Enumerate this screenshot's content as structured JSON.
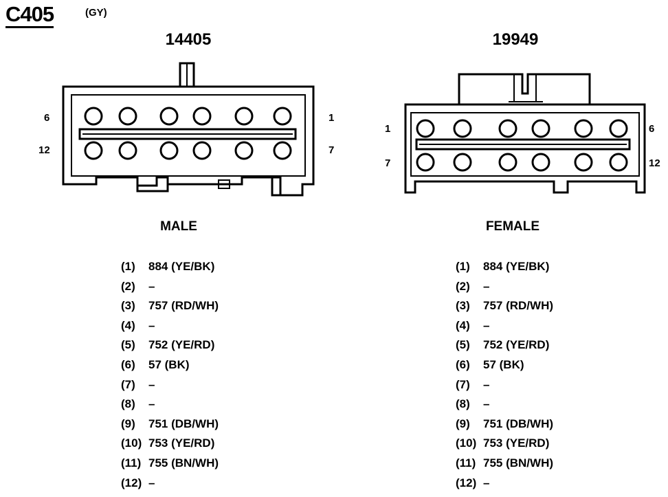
{
  "connector": {
    "id": "C405",
    "color": "(GY)"
  },
  "male": {
    "part_number": "14405",
    "label": "MALE",
    "end_labels": {
      "top_left": "6",
      "top_right": "1",
      "bottom_left": "12",
      "bottom_right": "7"
    },
    "pins": [
      {
        "num": "(1)",
        "wire": "884 (YE/BK)"
      },
      {
        "num": "(2)",
        "wire": "–"
      },
      {
        "num": "(3)",
        "wire": "757 (RD/WH)"
      },
      {
        "num": "(4)",
        "wire": "–"
      },
      {
        "num": "(5)",
        "wire": "752 (YE/RD)"
      },
      {
        "num": "(6)",
        "wire": "57 (BK)"
      },
      {
        "num": "(7)",
        "wire": "–"
      },
      {
        "num": "(8)",
        "wire": "–"
      },
      {
        "num": "(9)",
        "wire": "751 (DB/WH)"
      },
      {
        "num": "(10)",
        "wire": "753 (YE/RD)"
      },
      {
        "num": "(11)",
        "wire": "755 (BN/WH)"
      },
      {
        "num": "(12)",
        "wire": "–"
      }
    ]
  },
  "female": {
    "part_number": "19949",
    "label": "FEMALE",
    "end_labels": {
      "top_left": "1",
      "top_right": "6",
      "bottom_left": "7",
      "bottom_right": "12"
    },
    "pins": [
      {
        "num": "(1)",
        "wire": "884 (YE/BK)"
      },
      {
        "num": "(2)",
        "wire": "–"
      },
      {
        "num": "(3)",
        "wire": "757 (RD/WH)"
      },
      {
        "num": "(4)",
        "wire": "–"
      },
      {
        "num": "(5)",
        "wire": "752 (YE/RD)"
      },
      {
        "num": "(6)",
        "wire": "57 (BK)"
      },
      {
        "num": "(7)",
        "wire": "–"
      },
      {
        "num": "(8)",
        "wire": "–"
      },
      {
        "num": "(9)",
        "wire": "751 (DB/WH)"
      },
      {
        "num": "(10)",
        "wire": "753 (YE/RD)"
      },
      {
        "num": "(11)",
        "wire": "755 (BN/WH)"
      },
      {
        "num": "(12)",
        "wire": "–"
      }
    ]
  }
}
